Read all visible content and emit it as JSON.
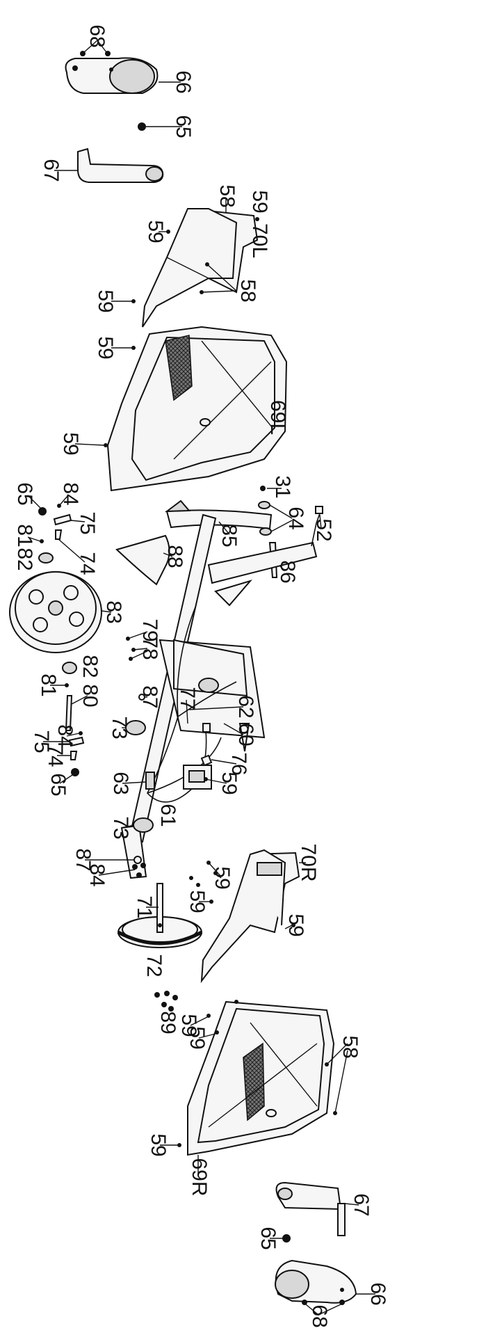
{
  "title": "",
  "labels": [
    {
      "id": "l68a",
      "text": "68"
    },
    {
      "id": "l66a",
      "text": "66"
    },
    {
      "id": "l65a",
      "text": "65"
    },
    {
      "id": "l67a",
      "text": "67"
    },
    {
      "id": "l58a",
      "text": "58"
    },
    {
      "id": "l59a",
      "text": "59"
    },
    {
      "id": "l59b",
      "text": "59"
    },
    {
      "id": "l70L",
      "text": "70L"
    },
    {
      "id": "l58b",
      "text": "58"
    },
    {
      "id": "l59c",
      "text": "59"
    },
    {
      "id": "l59d",
      "text": "59"
    },
    {
      "id": "l69L",
      "text": "69L"
    },
    {
      "id": "l59e",
      "text": "59"
    },
    {
      "id": "l31",
      "text": "31"
    },
    {
      "id": "l65b",
      "text": "65"
    },
    {
      "id": "l84a",
      "text": "84"
    },
    {
      "id": "l85",
      "text": "85"
    },
    {
      "id": "l64",
      "text": "64"
    },
    {
      "id": "l81a",
      "text": "81"
    },
    {
      "id": "l75a",
      "text": "75"
    },
    {
      "id": "l86",
      "text": "86"
    },
    {
      "id": "l82a",
      "text": "82"
    },
    {
      "id": "l74a",
      "text": "74"
    },
    {
      "id": "l88",
      "text": "88"
    },
    {
      "id": "l83",
      "text": "83"
    },
    {
      "id": "l52",
      "text": "52"
    },
    {
      "id": "l79",
      "text": "79"
    },
    {
      "id": "l78",
      "text": "78"
    },
    {
      "id": "l82b",
      "text": "82"
    },
    {
      "id": "l77",
      "text": "77"
    },
    {
      "id": "l81b",
      "text": "81"
    },
    {
      "id": "l80",
      "text": "80"
    },
    {
      "id": "l87a",
      "text": "87"
    },
    {
      "id": "l84b",
      "text": "84"
    },
    {
      "id": "l73a",
      "text": "73"
    },
    {
      "id": "l62",
      "text": "62"
    },
    {
      "id": "l75b",
      "text": "75"
    },
    {
      "id": "l74b",
      "text": "74"
    },
    {
      "id": "l65c",
      "text": "65"
    },
    {
      "id": "l60",
      "text": "60"
    },
    {
      "id": "l76",
      "text": "76"
    },
    {
      "id": "l63",
      "text": "63"
    },
    {
      "id": "l59f",
      "text": "59"
    },
    {
      "id": "l73b",
      "text": "73"
    },
    {
      "id": "l61",
      "text": "61"
    },
    {
      "id": "l70R",
      "text": "70R"
    },
    {
      "id": "l87b",
      "text": "87"
    },
    {
      "id": "l59g",
      "text": "59"
    },
    {
      "id": "l84c",
      "text": "84"
    },
    {
      "id": "l59h",
      "text": "59"
    },
    {
      "id": "l59i",
      "text": "59"
    },
    {
      "id": "l71",
      "text": "71"
    },
    {
      "id": "l72",
      "text": "72"
    },
    {
      "id": "l59j",
      "text": "59"
    },
    {
      "id": "l59k",
      "text": "59"
    },
    {
      "id": "l89",
      "text": "89"
    },
    {
      "id": "l58c",
      "text": "58"
    },
    {
      "id": "l59l",
      "text": "59"
    },
    {
      "id": "l69R",
      "text": "69R"
    },
    {
      "id": "l67b",
      "text": "67"
    },
    {
      "id": "l65d",
      "text": "65"
    },
    {
      "id": "l66b",
      "text": "66"
    },
    {
      "id": "l68b",
      "text": "68"
    }
  ]
}
